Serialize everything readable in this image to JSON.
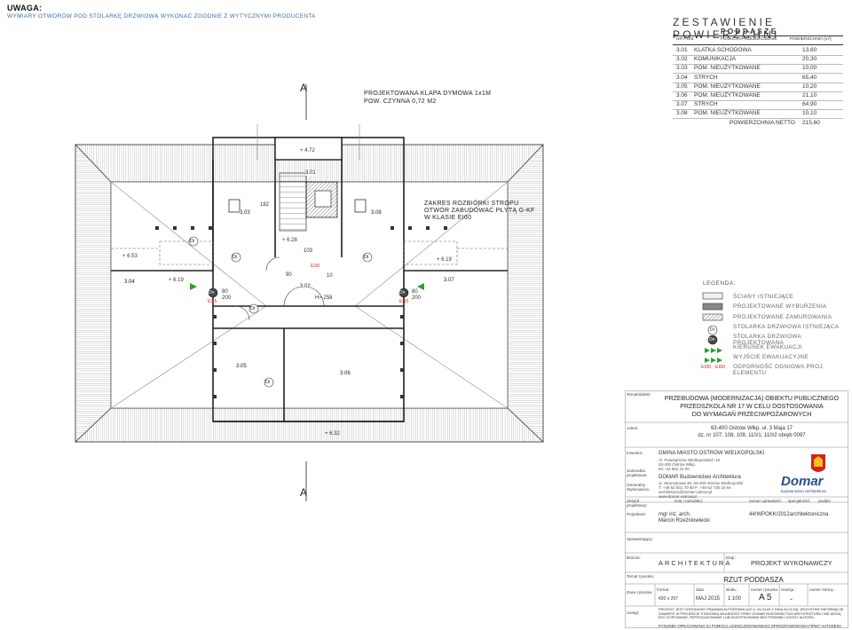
{
  "notes": {
    "title": "UWAGA:",
    "text": "WYMIARY OTWORÓW POD STOLARKĘ DRZWIOWĄ WYKONAĆ ZGODNIE Z WYTYCZNYMI PRODUCENTA"
  },
  "area_table": {
    "title": "ZESTAWIENIE POWIERZCHNI",
    "subtitle": "PODDASZE",
    "headers": [
      "NR POM.",
      "FUNKCJA/PRZEZNACZENIE",
      "POWIERZCHNIA [m²]"
    ],
    "rows": [
      {
        "nr": "3.01",
        "name": "KLATKA SCHODOWA",
        "area": "13,60"
      },
      {
        "nr": "3.02",
        "name": "KOMUNIKACJA",
        "area": "20,30"
      },
      {
        "nr": "3.03",
        "name": "POM. NIEUŻYTKOWANE",
        "area": "10,00"
      },
      {
        "nr": "3.04",
        "name": "STRYCH",
        "area": "65,40"
      },
      {
        "nr": "3.05",
        "name": "POM. NIEUŻYTKOWANE",
        "area": "10,20"
      },
      {
        "nr": "3.06",
        "name": "POM. NIEUŻYTKOWANE",
        "area": "21,10"
      },
      {
        "nr": "3.07",
        "name": "STRYCH",
        "area": "64,90"
      },
      {
        "nr": "3.08",
        "name": "POM. NIEUŻYTKOWANE",
        "area": "10,10"
      }
    ],
    "total_label": "POWIERZCHNIA NETTO",
    "total_value": "215,60"
  },
  "plan": {
    "note_klapa": [
      "PROJEKTOWANA KLAPA DYMOWA 1x1M",
      "POW. CZYNNA 0,72 M2"
    ],
    "note_strop": [
      "ZAKRES ROZBIÓRKI STROPU",
      "OTWÓR ZABUDOWAĆ PŁYTĄ G-KF",
      "W KLASIE EI60"
    ],
    "section_mark": "A",
    "rooms": [
      "3.01",
      "3.02",
      "3.03",
      "3.04",
      "3.05",
      "3.06",
      "3.07",
      "3.08"
    ],
    "levels": [
      "+ 4.72",
      "+ 6.28",
      "+ 6.53",
      "+ 6.19",
      "+ 6.19",
      "+ 6.32"
    ],
    "h_label": "H= 258",
    "dims": [
      "90",
      "10",
      "80",
      "200",
      "80",
      "200",
      "103",
      "182"
    ],
    "door_tags": [
      "Di",
      "Di",
      "Di",
      "Di",
      "Di",
      "Dn",
      "Dn"
    ],
    "ei_tags": [
      "EI30",
      "EI15",
      "EI15"
    ]
  },
  "legend": {
    "title": "LEGENDA:",
    "items": [
      "ŚCIANY ISTNIEJĄCE",
      "PROJEKTOWANE WYBURZENIA",
      "PROJEKTOWANE ZAMUROWANIA",
      "STOLARKA DRZWIOWA ISTNIEJĄCA",
      "STOLARKA DRZWIOWA PROJEKTOWANA",
      "KIERUNEK EWAKUACJI",
      "WYJŚCIE EWAKUACYJNE",
      "ODPORNOŚĆ OGNIOWA PROJ. ELEMENTU"
    ],
    "door_existing_tag": "Di",
    "door_new_tag": "Dn",
    "ei_example_1": "EI30",
    "ei_example_2": "EI60",
    "colors": {
      "ei": "#e8231e",
      "arrow": "#2e9e2e",
      "existing": "#f0f0f0",
      "demolition": "#888888"
    }
  },
  "title_block": {
    "label_temat": "Temat/obiekt:",
    "temat": [
      "PRZEBUDOWA (MODERNIZACJA) OBIEKTU PUBLICZNEGO",
      "PRZEDSZKOLA NR 17 W CELU DOSTOSOWANIA",
      "DO WYMAGAŃ PRZECIWPOŻAROWYCH"
    ],
    "label_adres": "Adres:",
    "adres": [
      "63-400 Ostrów Wlkp. ul. 3 Maja 17",
      "dz. nr 107, 108, 109, 110/1, 110/2 obręb 0097"
    ],
    "label_inwestor": "Inwestor:",
    "inwestor": "GMINA MIASTO OSTRÓW WIELKOPOLSKI",
    "inwestor_details": [
      "Al. Powstańców Wielkopolskich 18",
      "63-400 Ostrów Wlkp.",
      "tel.: 62 582 24 00"
    ],
    "label_jednostka": "Jednostka projektowa:",
    "label_wykonawca": "Generalny Wykonawca:",
    "biuro": "DOMAR Budownictwo Architektura",
    "biuro_details": [
      "ul. Strumykowa 30, 63-400 Ostrów Wielkopolski",
      "T: +48 62 501 70 50   F: +48 62 735 16 94",
      "architektura@domar-ostrow.pl",
      "www.domar-ostrow.pl"
    ],
    "logo_text": "Domar",
    "logo_sub": "budownictwo architektura",
    "label_zespol": "Zespół projektowy:",
    "col_imie": "imię i nazwisko:",
    "col_numer": "numer uprawnień:",
    "col_spec": "specjalność:",
    "col_podpis": "podpis :",
    "label_projektant": "Projektant:",
    "projektant": [
      "mgr inż. arch.",
      "Marcin Rzeźniowiecki"
    ],
    "uprawnienia": "44/WPOKK/2012",
    "specjalnosc": "architektoniczna",
    "label_sprawdzajacy": "Sprawdzający:",
    "label_branza": "Branża:",
    "branza": "ARCHITEKTURA",
    "label_etap": "Etap:",
    "etap": "PROJEKT WYKONAWCZY",
    "label_rysunek": "Temat rysunku:",
    "rysunek": "RZUT PODDASZA",
    "label_dane": "Dane rysunku:",
    "col_format": "format :",
    "col_data": "data :",
    "col_skala": "skala :",
    "col_nr": "numer rysunku :",
    "col_rewizja": "rewizja :",
    "col_strona": "numer strony :",
    "format": "420 x 297",
    "data": "MAJ 2015",
    "skala": "1:100",
    "nr": "A 5",
    "rewizja": "-",
    "label_uwagi": "Uwagi:",
    "uwagi": "PROJEKT JEST CHRONIONY PRAWAMI AUTORSKIMI (DZ.U. 94.24.83 Z DNIA 04.02.94). WSZYSTKIE INFORMACJE ZAWARTE W PROJEKCIE STANOWIĄ WŁASNOŚĆ FIRMY DOMAR BUDOWNICTWO ARCHITEKTURA I NIE MOGĄ BYĆ KOPIOWANE, REPRODUKOWANE LUB MODYFIKOWANE BEZ PISEMNEJ ZGODY AUTORA.",
    "footer": "RYSUNEK OPRACOWANO ZA POMOCĄ LICENCJONOWANEGO OPROGRAMOWANIA FIRMY AUTODESK"
  }
}
